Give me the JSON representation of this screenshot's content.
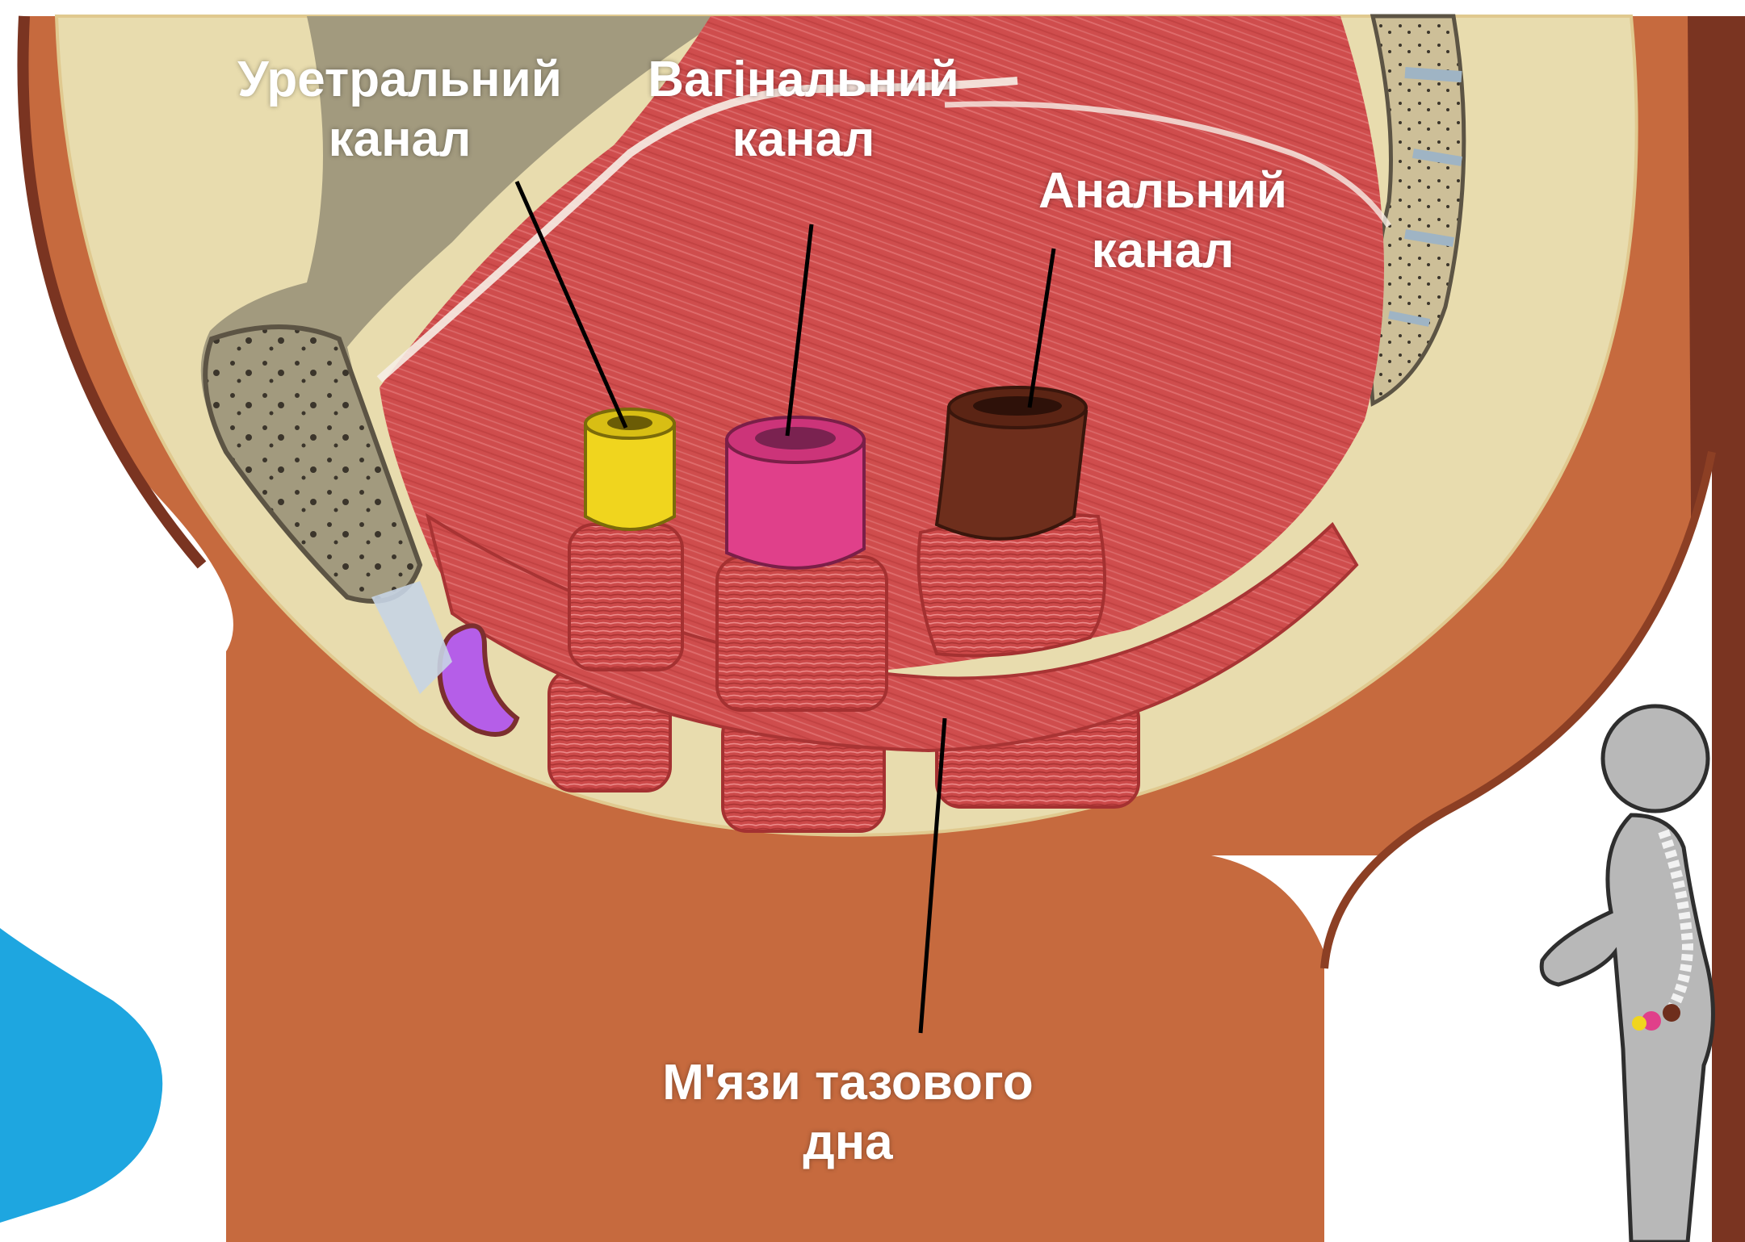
{
  "labels": {
    "urethral": {
      "line1": "Уретральний",
      "line2": "канал"
    },
    "vaginal": {
      "line1": "Вагінальний",
      "line2": "канал"
    },
    "anal": {
      "line1": "Анальний",
      "line2": "канал"
    },
    "pelvic_floor": {
      "line1": "М'язи тазового",
      "line2": "дна"
    }
  },
  "colors": {
    "body_skin": "#c66a3e",
    "body_dark": "#8c3f24",
    "cavity_bg": "#e8dcae",
    "muscle": "#cf4d4d",
    "bone": "#a29a7e",
    "urethra": "#f0d51e",
    "vagina": "#e0408a",
    "anus": "#6e2e1c",
    "pubic_accent": "#b55ee8",
    "silhouette": "#b8b8b8",
    "blue_shape": "#1ea6e0"
  }
}
